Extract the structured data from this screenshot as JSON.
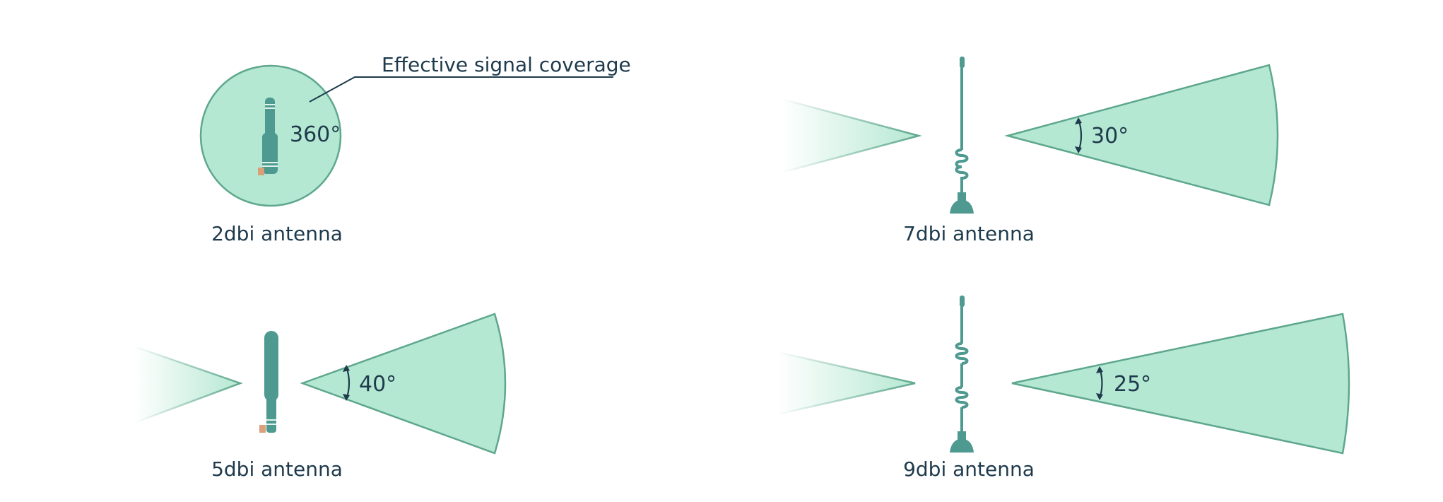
{
  "colors": {
    "coverage_fill": "#b5e8d2",
    "coverage_stroke": "#5ea78e",
    "antenna": "#4e9990",
    "connector": "#d9a07a",
    "text": "#1e3a4c",
    "leader": "#1e3a4c"
  },
  "callout": {
    "text": "Effective signal coverage"
  },
  "panels": [
    {
      "id": "2dbi",
      "label": "2dbi antenna",
      "angle": "360°",
      "antenna": "short-rubber-duck",
      "pattern": "omnidirectional-circle"
    },
    {
      "id": "7dbi",
      "label": "7dbi antenna",
      "angle": "30°",
      "antenna": "whip-single-coil-magnetic-base",
      "pattern": "directional-cone"
    },
    {
      "id": "5dbi",
      "label": "5dbi antenna",
      "angle": "40°",
      "antenna": "long-rubber-duck",
      "pattern": "directional-cone"
    },
    {
      "id": "9dbi",
      "label": "9dbi antenna",
      "angle": "25°",
      "antenna": "whip-double-coil-magnetic-base",
      "pattern": "directional-cone"
    }
  ]
}
